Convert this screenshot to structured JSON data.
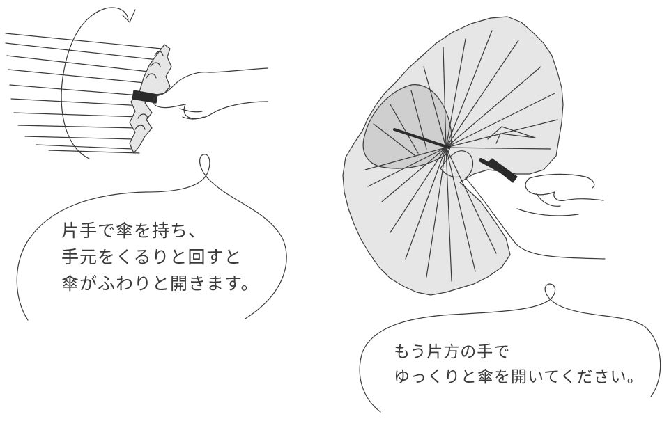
{
  "caption_left": {
    "line1": "片手で傘を持ち、",
    "line2": "手元をくるりと回すと",
    "line3": "傘がふわりと開きます。"
  },
  "caption_right": {
    "line1": "もう片方の手で",
    "line2": "ゆっくりと傘を開いてください。"
  },
  "colors": {
    "ink": "#3a3a3a",
    "canopy": "#e6e6e6",
    "canopy_inner": "#cfcfcf",
    "handle": "#2b2b2b"
  },
  "icons": [
    "rotation-arrow-icon",
    "closed-umbrella-illustration",
    "opening-umbrella-illustration",
    "hand-illustration"
  ]
}
